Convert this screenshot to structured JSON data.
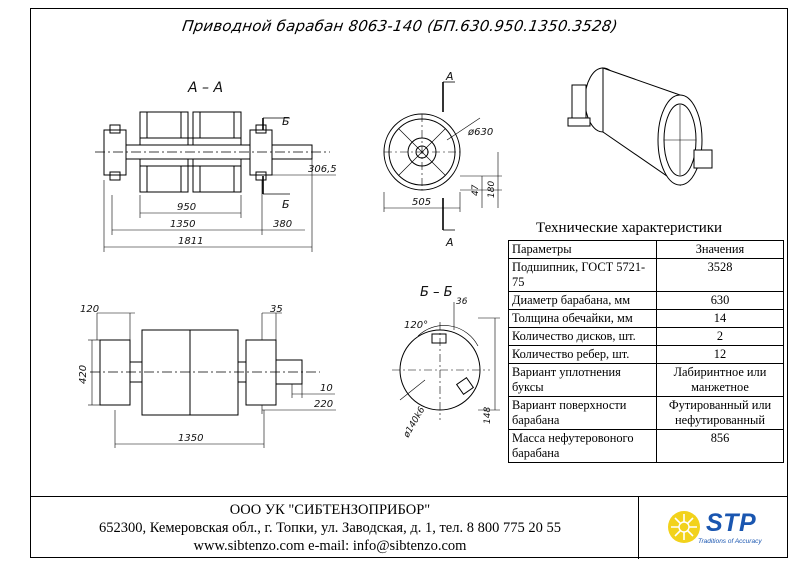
{
  "title": "Приводной барабан 8063-140 (БП.630.950.1350.3528)",
  "drawing": {
    "section_aa": "А – А",
    "cut_a": "А",
    "cut_b": "Б",
    "section_bb": "Б – Б",
    "dim_306_5": "306,5",
    "dim_950": "950",
    "dim_1350_top": "1350",
    "dim_380": "380",
    "dim_1811": "1811",
    "dim_d630": "ø630",
    "dim_505": "505",
    "dim_47": "47",
    "dim_180": "180",
    "dim_120": "120",
    "dim_35": "35",
    "dim_420": "420",
    "dim_10": "10",
    "dim_220": "220",
    "dim_1350_bottom": "1350",
    "dim_36": "36",
    "dim_120deg": "120°",
    "dim_shaft": "ø140k6",
    "dim_148": "148"
  },
  "specs": {
    "title": "Технические характеристики",
    "header": {
      "param": "Параметры",
      "value": "Значения"
    },
    "rows": [
      {
        "param": "Подшипник, ГОСТ 5721-75",
        "value": "3528"
      },
      {
        "param": "Диаметр барабана, мм",
        "value": "630"
      },
      {
        "param": "Толщина обечайки, мм",
        "value": "14"
      },
      {
        "param": "Количество дисков, шт.",
        "value": "2"
      },
      {
        "param": "Количество ребер, шт.",
        "value": "12"
      },
      {
        "param": "Вариант уплотнения буксы",
        "value": "Лабиринтное или манжетное"
      },
      {
        "param": "Вариант поверхности барабана",
        "value": "Футированный или нефутированный"
      },
      {
        "param": "Масса нефутеровоного барабана",
        "value": "856"
      }
    ]
  },
  "footer": {
    "company": "ООО УК \"СИБТЕНЗОПРИБОР\"",
    "address": "652300, Кемеровская обл., г. Топки, ул. Заводская, д. 1, тел. 8 800 775 20 55",
    "web": "www.sibtenzo.com e-mail: info@sibtenzo.com"
  },
  "logo": {
    "name": "STP",
    "tagline": "Traditions of Accuracy",
    "colors": {
      "blue": "#1a56b0",
      "yellow": "#f2d21b"
    }
  }
}
